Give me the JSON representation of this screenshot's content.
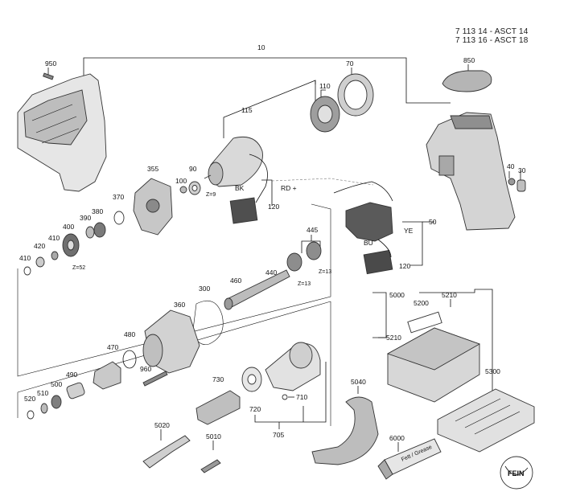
{
  "header": {
    "model_lines": [
      "7 113 14 - ASCT 14",
      "7 113 16 - ASCT 18"
    ]
  },
  "part_numbers": {
    "p10": "10",
    "p950": "950",
    "p70": "70",
    "p110": "110",
    "p115": "115",
    "p850": "850",
    "p40": "40",
    "p30": "30",
    "p355": "355",
    "p100": "100",
    "p90": "90",
    "p370": "370",
    "p380": "380",
    "p390": "390",
    "p400": "400",
    "p420": "420",
    "p410a": "410",
    "p410b": "410",
    "p120a": "120",
    "p120b": "120",
    "p50": "50",
    "p445": "445",
    "p440": "440",
    "p460": "460",
    "p300": "300",
    "p360": "360",
    "p480": "480",
    "p470": "470",
    "p960": "960",
    "p490": "490",
    "p500": "500",
    "p510": "510",
    "p520": "520",
    "p730": "730",
    "p720": "720",
    "p710": "710",
    "p705": "705",
    "p5020": "5020",
    "p5010": "5010",
    "p5000": "5000",
    "p5200": "5200",
    "p5210a": "5210",
    "p5210b": "5210",
    "p5300": "5300",
    "p5040": "5040",
    "p6000": "6000"
  },
  "annotations": {
    "z9": "Z=9",
    "z52": "Z=52",
    "z13a": "Z=13",
    "z13b": "Z=13",
    "bk": "BK",
    "rd": "RD +",
    "bu": "BU",
    "ye": "YE",
    "tube_label": "Fett / Grease",
    "logo": "FEIN"
  }
}
